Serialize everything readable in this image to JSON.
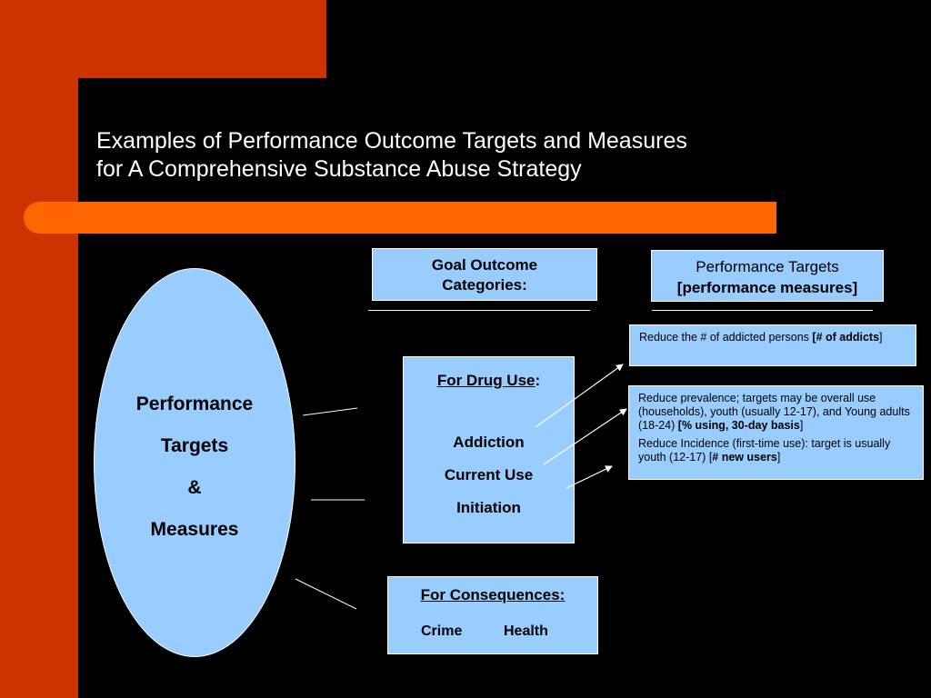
{
  "slide": {
    "title_line1": "Examples of Performance Outcome Targets and Measures",
    "title_line2": "for A Comprehensive Substance Abuse Strategy",
    "colors": {
      "background": "#000000",
      "accent_red": "#cc3300",
      "accent_orange": "#ff6600",
      "box_fill": "#99ccff",
      "text_light": "#ffffff"
    }
  },
  "goal_header": {
    "line1": "Goal Outcome",
    "line2": "Categories:"
  },
  "perf_header": {
    "line1": "Performance Targets",
    "line2": "[performance measures]"
  },
  "ellipse": {
    "line1": "Performance",
    "line2": "Targets",
    "line3": "&",
    "line4": "Measures"
  },
  "drug_use": {
    "heading": "For Drug Use",
    "colon": ":",
    "items": [
      "Addiction",
      "Current Use",
      "Initiation"
    ]
  },
  "consequences": {
    "heading": "For Consequences:",
    "items": [
      "Crime",
      "Health"
    ]
  },
  "targets": [
    {
      "text": "Reduce the # of addicted persons ",
      "measure": "[# of addicts",
      "suffix": "]"
    },
    {
      "text": "Reduce  prevalence; targets may be overall use (households), youth (usually 12-17), and  Young adults (18-24)  ",
      "measure": "[% using, 30-day basis",
      "suffix": "]"
    },
    {
      "text": "Reduce Incidence (first-time use):  target is usually youth (12-17) [",
      "measure": "# new users",
      "suffix": "]"
    }
  ]
}
